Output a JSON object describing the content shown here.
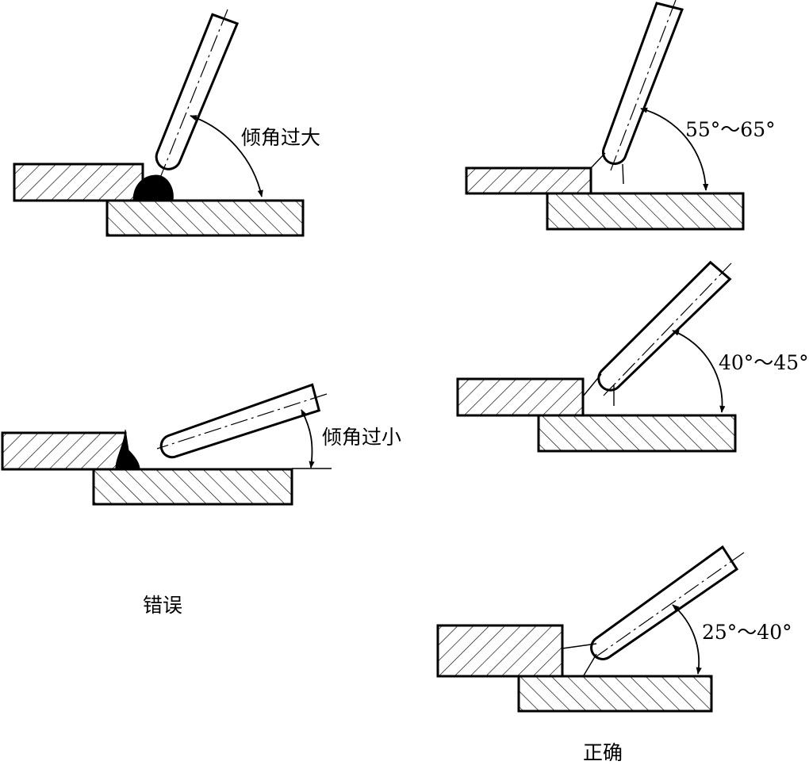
{
  "figure": {
    "wrong_caption": "错误",
    "right_caption": "正确",
    "wrong_cases": [
      {
        "label": "倾角过大"
      },
      {
        "label": "倾角过小"
      }
    ],
    "right_cases": [
      {
        "label": "55°～65°"
      },
      {
        "label": "40°～45°"
      },
      {
        "label": "25°～40°"
      }
    ]
  }
}
